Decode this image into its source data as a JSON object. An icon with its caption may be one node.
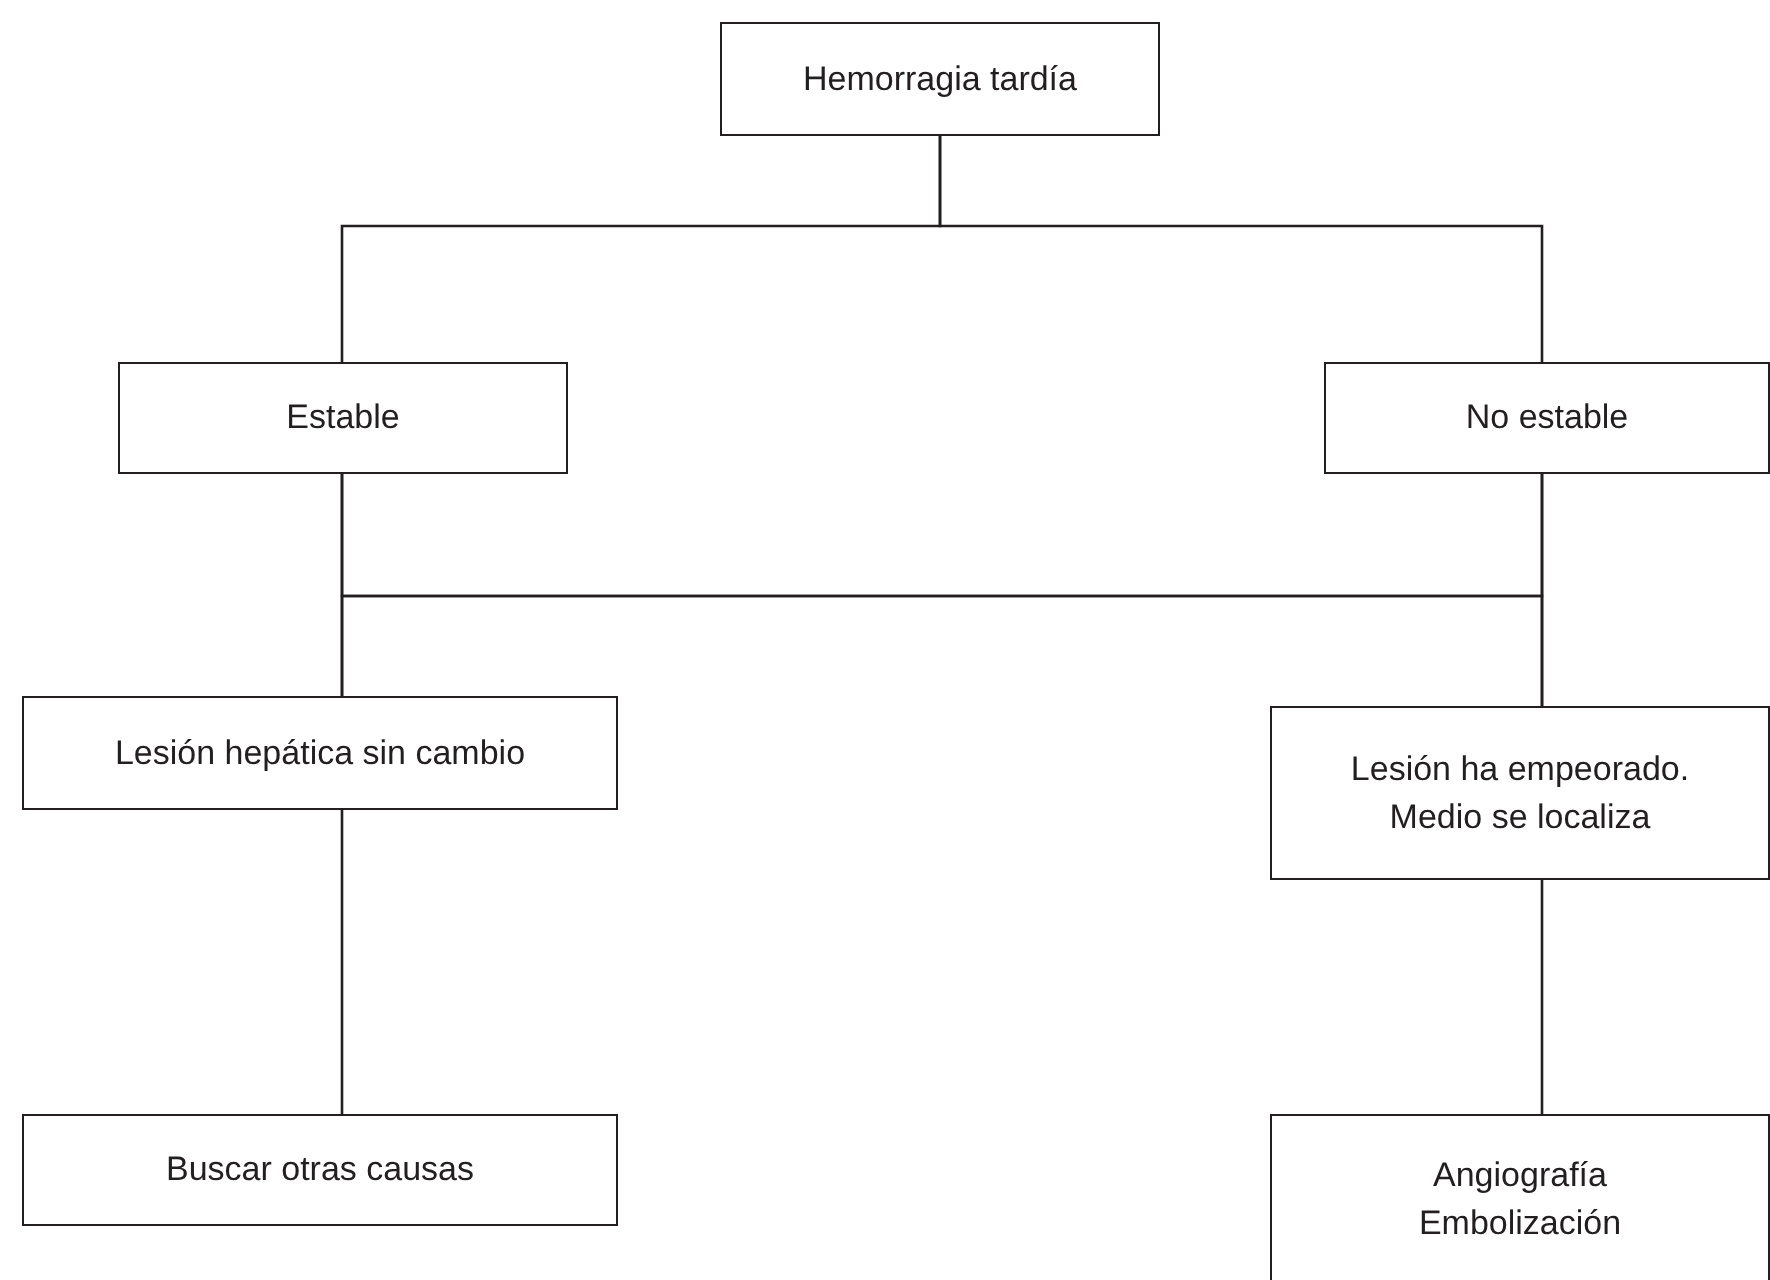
{
  "diagram": {
    "nodes": [
      {
        "text": [
          "Hemorragia tardía"
        ]
      },
      {
        "text": [
          "Estable"
        ]
      },
      {
        "text": [
          "No estable"
        ]
      },
      {
        "text": [
          "Lesión hepática sin cambio"
        ]
      },
      {
        "text": [
          "Lesión ha empeorado. Medio se localiza"
        ]
      },
      {
        "text": [
          "Buscar otras causas"
        ]
      },
      {
        "text": [
          "Angiografía Embolización"
        ]
      }
    ],
    "edges": [
      {
        "from": 0,
        "to": 1,
        "arrow": "none"
      },
      {
        "from": 0,
        "to": 2,
        "arrow": "none"
      },
      {
        "from": 1,
        "to": 3,
        "arrow": "none"
      },
      {
        "from": 1,
        "to": 4,
        "arrow": "none"
      },
      {
        "from": 2,
        "to": 3,
        "arrow": "none"
      },
      {
        "from": 2,
        "to": 4,
        "arrow": "none"
      },
      {
        "from": 3,
        "to": 5,
        "arrow": "none"
      },
      {
        "from": 4,
        "to": 6,
        "arrow": "none"
      }
    ]
  }
}
